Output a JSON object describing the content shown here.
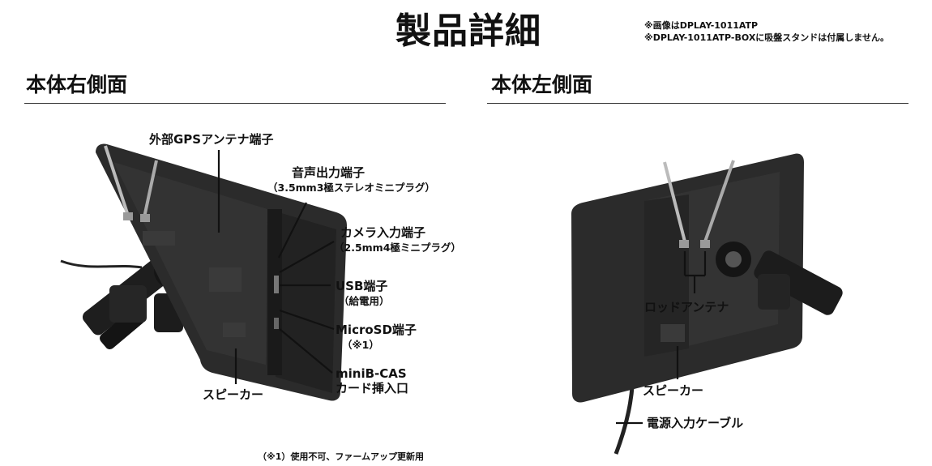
{
  "header": {
    "title": "製品詳細",
    "note_1": "※画像はDPLAY-1011ATP",
    "note_2": "※DPLAY-1011ATP-BOXに吸盤スタンドは付属しません。"
  },
  "right_side": {
    "title": "本体右側面",
    "labels": {
      "gps": "外部GPSアンテナ端子",
      "audio": "音声出力端子",
      "audio_sub": "（3.5mm3極ステレオミニプラグ）",
      "camera": "カメラ入力端子",
      "camera_sub": "（2.5mm4極ミニプラグ）",
      "usb": "USB端子",
      "usb_sub": "（給電用）",
      "microsd": "MicroSD端子",
      "microsd_sub": "（※1）",
      "bcas_1": "miniB-CAS",
      "bcas_2": "カード挿入口",
      "speaker": "スピーカー"
    }
  },
  "left_side": {
    "title": "本体左側面",
    "labels": {
      "antenna": "ロッドアンテナ",
      "speaker": "スピーカー",
      "power": "電源入力ケーブル"
    }
  },
  "footnote": "（※1）使用不可、ファームアップ更新用"
}
